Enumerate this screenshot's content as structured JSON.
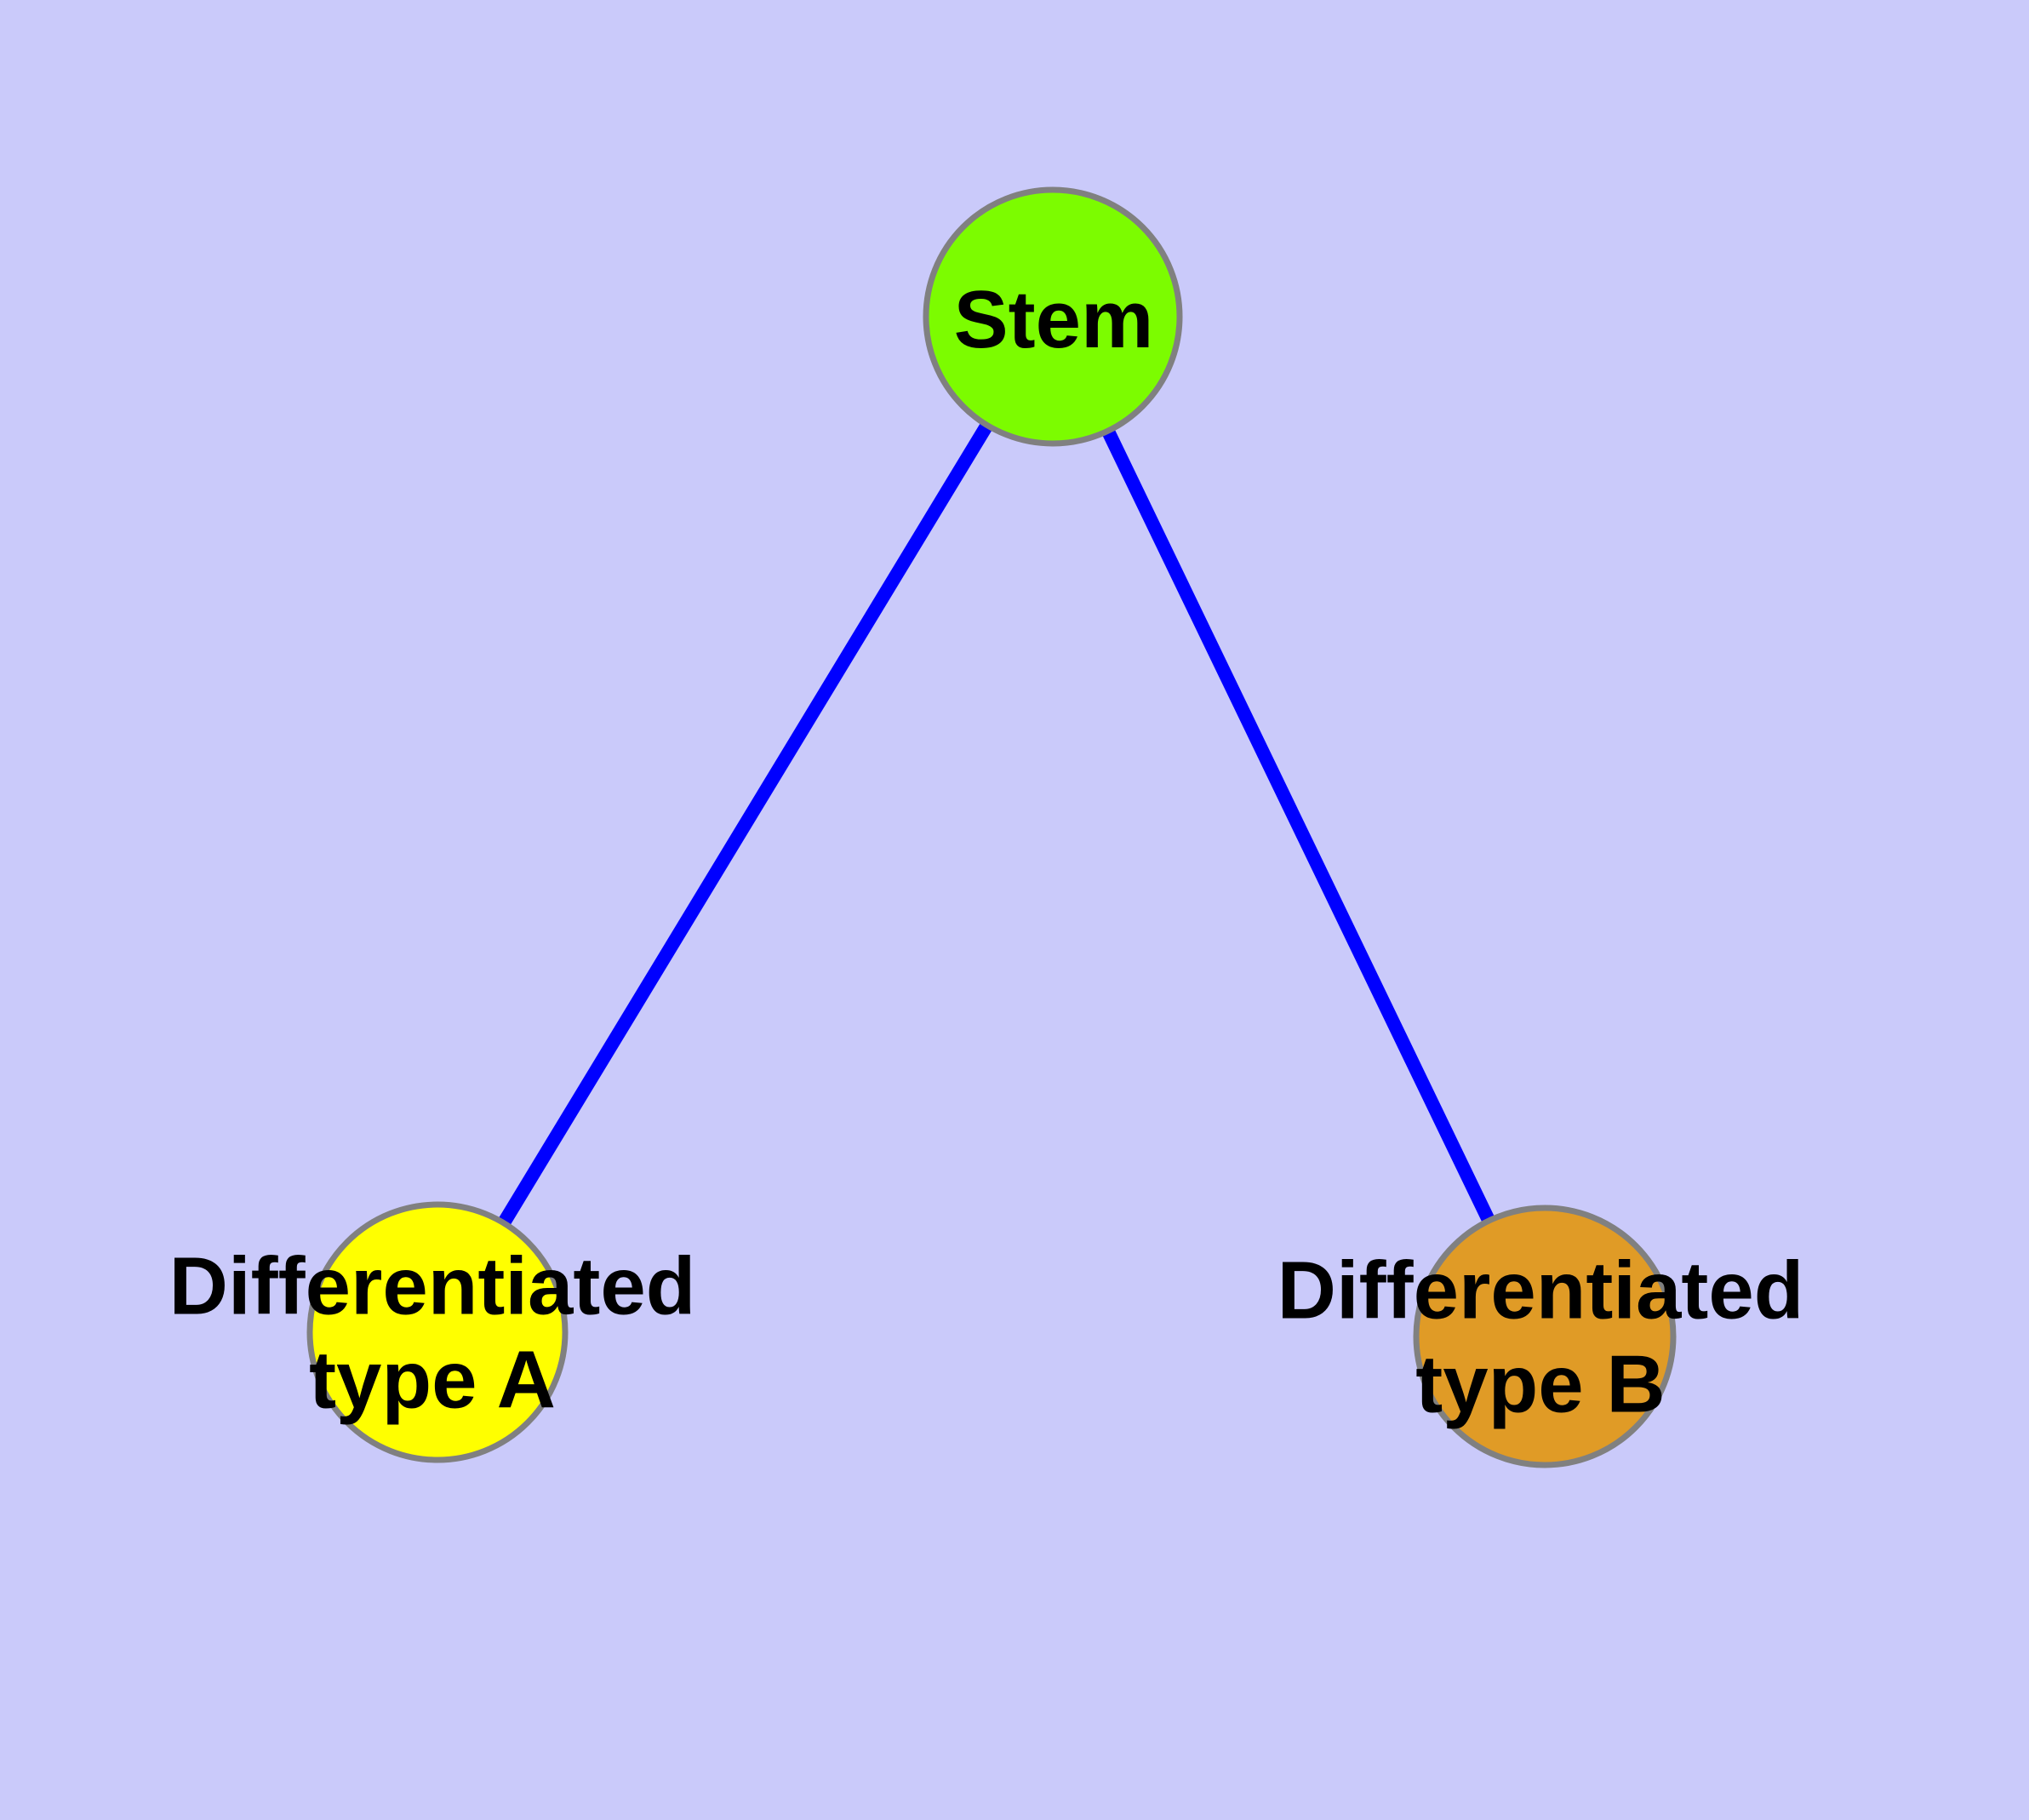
{
  "diagram": {
    "background_color": "#CACAFA",
    "edge_color": "#0000FF",
    "node_border_color": "#808080",
    "nodes": {
      "stem": {
        "label": "Stem",
        "fill": "#7CFC00"
      },
      "type_a": {
        "label_line1": "Differentiated",
        "label_line2": "type A",
        "fill": "#FFFF00"
      },
      "type_b": {
        "label_line1": "Differentiated",
        "label_line2": "type B",
        "fill": "#E09B26"
      }
    },
    "edges": [
      {
        "from": "Stem",
        "to": "Differentiated type A"
      },
      {
        "from": "Stem",
        "to": "Differentiated type B"
      }
    ]
  }
}
